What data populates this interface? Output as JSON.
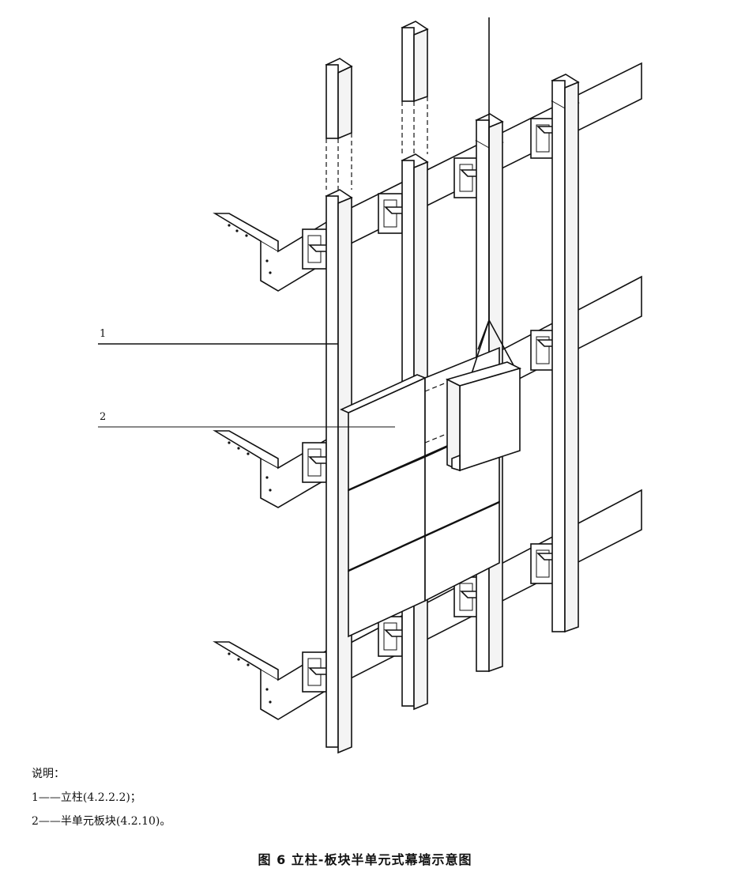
{
  "callouts": {
    "c1": "1",
    "c2": "2"
  },
  "legend": {
    "title": "说明：",
    "item1": "1——立柱(4.2.2.2)；",
    "item2": "2——半单元板块(4.2.10)。"
  },
  "caption": "图 6   立柱-板块半单元式幕墙示意图"
}
